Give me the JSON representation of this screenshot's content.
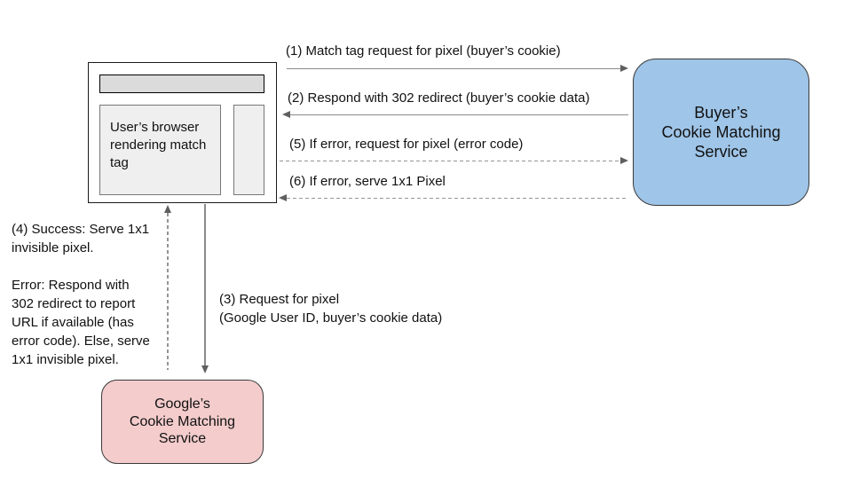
{
  "diagram": {
    "browser_window": {
      "label": "User’s browser\nrendering match\ntag",
      "header_fill": "#dbdbdb",
      "pane_fill": "#efefef"
    },
    "nodes": {
      "buyer": {
        "label": "Buyer’s\nCookie Matching\nService",
        "fill": "#9fc5e8"
      },
      "google": {
        "label": "Google’s\nCookie Matching\nService",
        "fill": "#f4cccc"
      }
    },
    "messages": {
      "m1": "(1)  Match tag request for pixel (buyer’s cookie)",
      "m2": "(2)  Respond with 302 redirect (buyer’s cookie data)",
      "m3": "(3)  Request for pixel\n(Google User ID, buyer’s cookie data)",
      "m4": "(4) Success: Serve 1x1\ninvisible pixel.\n\nError: Respond with\n302 redirect to report\nURL if available (has\nerror code). Else, serve\n1x1 invisible pixel.",
      "m5": "(5) If error, request for pixel (error code)",
      "m6": "(6) If error, serve 1x1 Pixel"
    },
    "colors": {
      "solid_line": "#8a8a8a",
      "dashed_line": "#949494",
      "arrowhead": "#5f5f5f",
      "buyer_fill": "#9fc5e8",
      "google_fill": "#f4cccc",
      "background": "#ffffff"
    }
  }
}
